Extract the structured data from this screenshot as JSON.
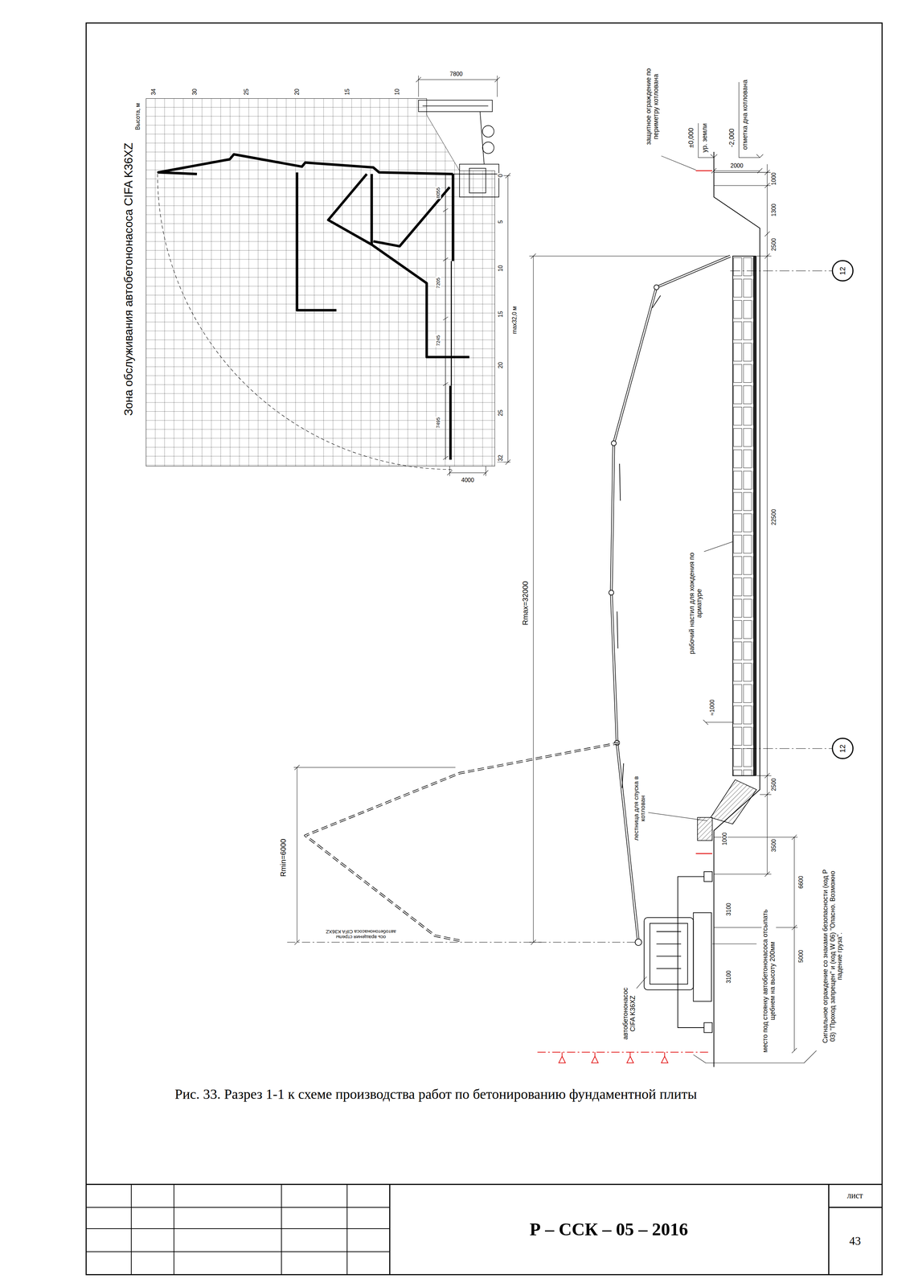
{
  "diagram": {
    "caption": "Рис. 33. Разрез 1-1 к схеме производства работ по бетонированию фундаментной плиты",
    "nodes": [
      {
        "text": [
          "12"
        ]
      },
      {
        "text": [
          "12"
        ]
      }
    ],
    "labels": [
      "Зона обслуживания автобетононасоса CIFA K36XZ",
      "Высота, м",
      "34",
      "30",
      "25",
      "20",
      "15",
      "10",
      "0",
      "5",
      "10",
      "15",
      "max32,0 м",
      "20",
      "25",
      "32",
      "7800",
      "8055",
      "7205",
      "7245",
      "7495",
      "4000",
      "защитное ограждение по периметру котлована",
      "±0,000",
      "ур. земли",
      "-2,000",
      "отметка дна котлована",
      "2000",
      "1000",
      "1300",
      "2500",
      "22500",
      "2500",
      "рабочий настил для хождения по арматуре",
      "≈1000",
      "Rmax=32000",
      "лестница для спуска в котлован",
      "1000",
      "3500",
      "6600",
      "Rmin=6000",
      "ось вращения стрелы автобетононасоса CIFA K36XZ",
      "3100",
      "3100",
      "5000",
      "автобетононасос CIFA K36XZ",
      "место под стоянку автобетононасоса отсыпать щебнем на высоту 200мм",
      "Сигнальное ограждение со знаками безопасности (код P 03) \"Проход запрещен\" и (код W 06) \"Опасно. Возможно падение груза\".",
      "Р – ССК – 05 – 2016",
      "лист",
      "43"
    ]
  }
}
